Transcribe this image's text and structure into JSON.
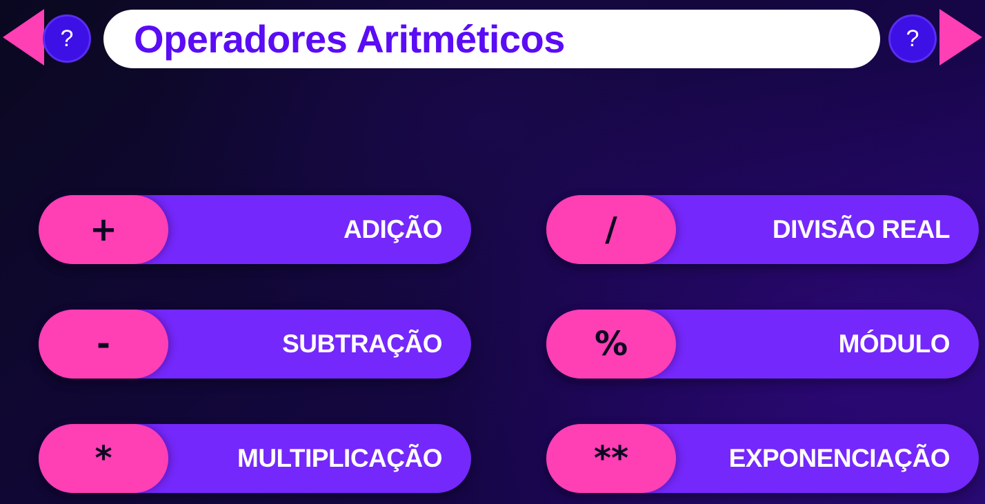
{
  "header": {
    "title": "Operadores Aritméticos",
    "help_left": "?",
    "help_right": "?"
  },
  "colors": {
    "accent_pink": "#ff3fb4",
    "accent_purple": "#7428fb",
    "title_purple": "#5a0cf5",
    "help_blue": "#3d10e6"
  },
  "operators": [
    {
      "symbol": "+",
      "label": "ADIÇÃO"
    },
    {
      "symbol": "-",
      "label": "SUBTRAÇÃO"
    },
    {
      "symbol": "*",
      "label": "MULTIPLICAÇÃO"
    },
    {
      "symbol": "/",
      "label": "DIVISÃO REAL"
    },
    {
      "symbol": "%",
      "label": "MÓDULO"
    },
    {
      "symbol": "**",
      "label": "EXPONENCIAÇÃO"
    }
  ]
}
